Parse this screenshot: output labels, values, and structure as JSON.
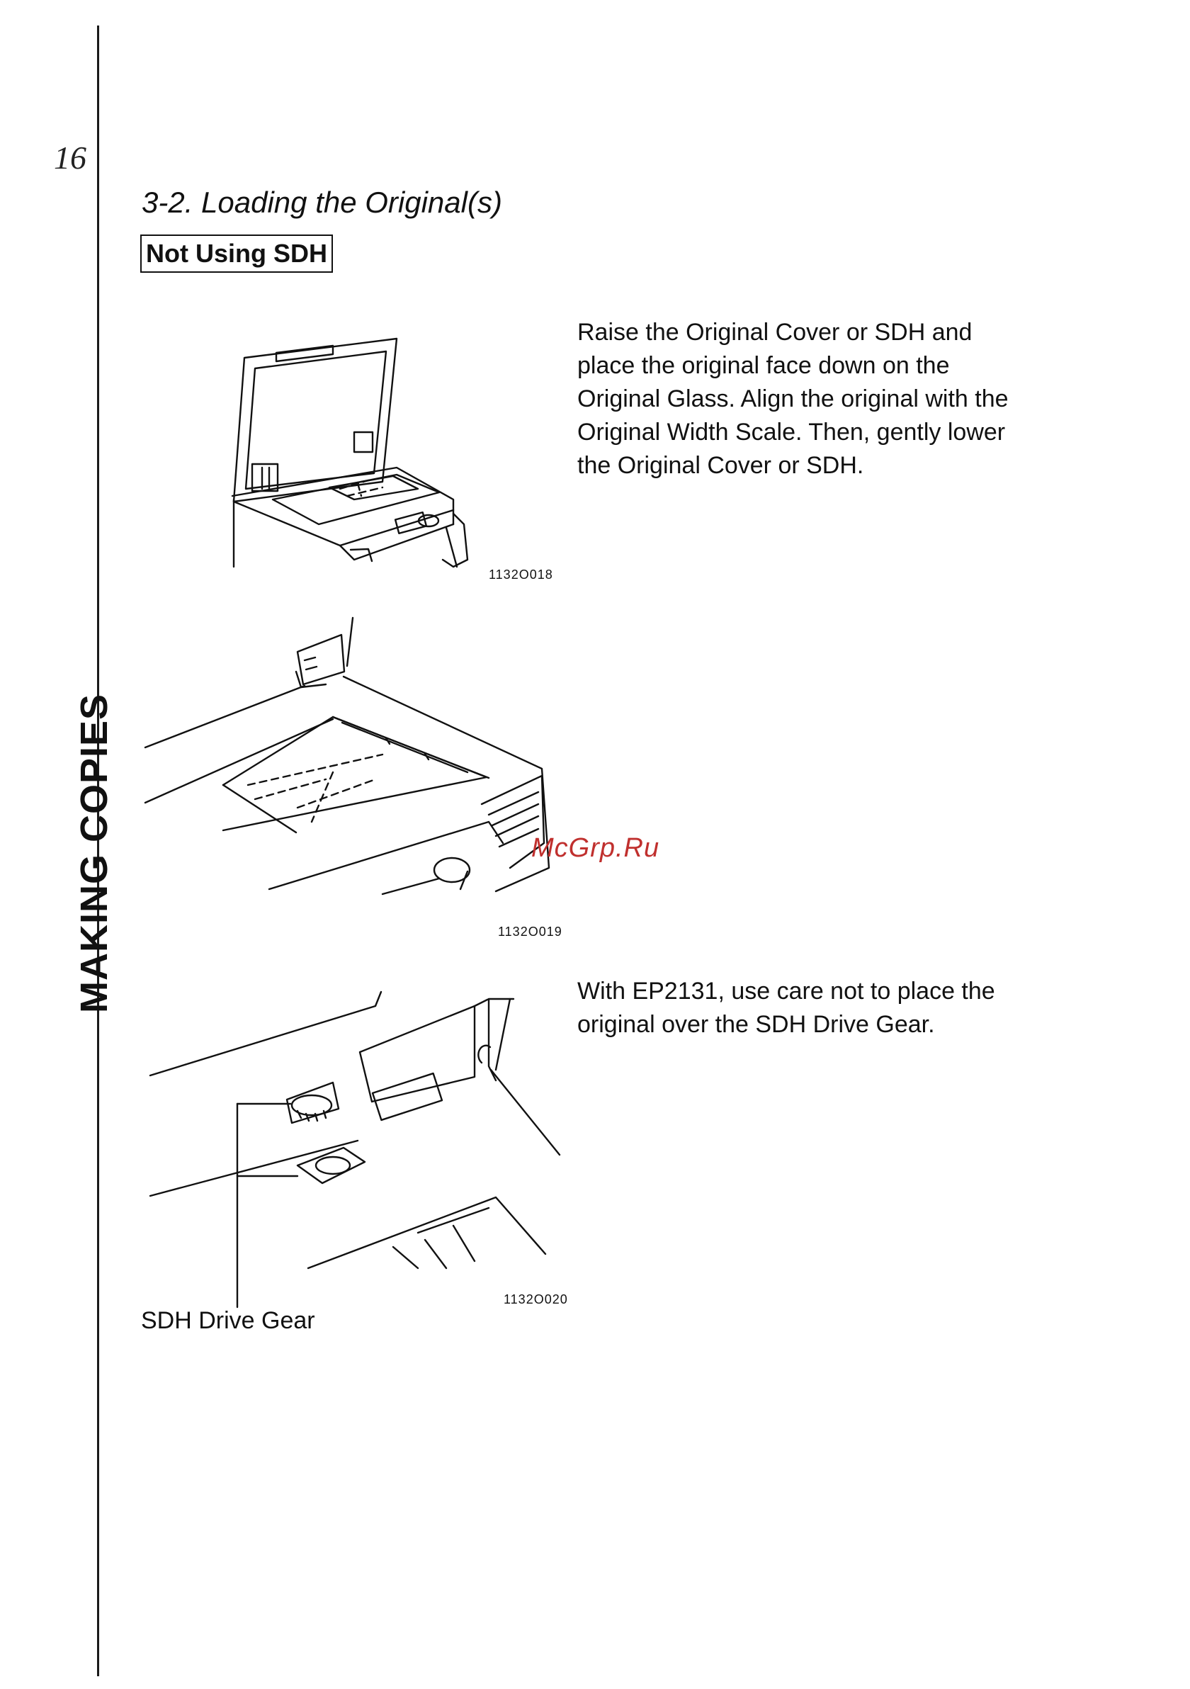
{
  "page_number": "16",
  "side_title": "MAKING COPIES",
  "section": {
    "title": "3-2. Loading the Original(s)",
    "mode_label": "Not Using SDH"
  },
  "instructions": [
    "Raise the Original Cover or SDH and place the original face down on the Original Glass. Align the original with the Original Width Scale. Then, gently lower the Original Cover or SDH.",
    "With EP2131, use care not to place the original over the SDH Drive Gear."
  ],
  "figures": [
    {
      "code": "1132O018",
      "icon": "copier-open-cover-illustration"
    },
    {
      "code": "1132O019",
      "icon": "original-glass-width-scale-illustration"
    },
    {
      "code": "1132O020",
      "icon": "sdh-drive-gear-illustration"
    }
  ],
  "figure_caption": "SDH Drive Gear",
  "watermark": "McGrp.Ru"
}
